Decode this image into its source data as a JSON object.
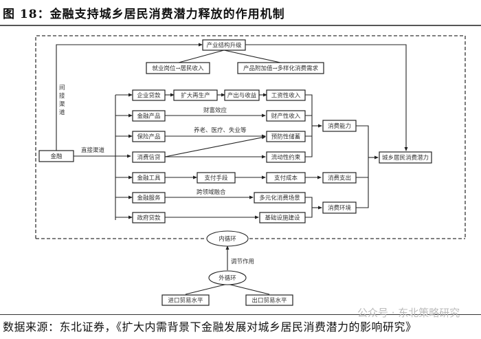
{
  "figure": {
    "title": "图 18：金融支持城乡居民消费潜力释放的作用机制",
    "source": "数据来源：东北证券，《扩大内需背景下金融发展对城乡居民消费潜力的影响研究》",
    "watermark": "公众号 · 东北策略研究"
  },
  "diagram": {
    "nodes": {
      "finance": "金融",
      "industry_upgrade": "产业结构升级",
      "jobs_income": "就业岗位→居民收入",
      "value_added_demand": "产品附加值→多样化消费需求",
      "corp_loans": "企业贷款",
      "expand_reproduction": "扩大再生产",
      "output_revenue": "产出与收益",
      "wage_income": "工资性收入",
      "fin_products": "金融产品",
      "property_income": "财产性收入",
      "insurance": "保险产品",
      "precaution_savings": "预防性储蓄",
      "consumer_credit": "消费信贷",
      "liquidity_constraint": "流动性约束",
      "consumption_capacity": "消费能力",
      "fin_tools": "金融工具",
      "payment_means": "支付手段",
      "payment_cost": "支付成本",
      "consumption_spending": "消费支出",
      "fin_services": "金融服务",
      "diverse_scenarios": "多元化消费场景",
      "gov_loans": "政府贷款",
      "infrastructure": "基础设施建设",
      "consumption_env": "消费环境",
      "potential": "城乡居民消费潜力",
      "inner_loop": "内循环",
      "outer_loop": "外循环",
      "import_level": "进口贸易水平",
      "export_level": "出口贸易水平"
    },
    "edge_labels": {
      "indirect_channel": "间接渠道",
      "direct_channel": "直接渠道",
      "wealth_effect": "财富效应",
      "insurance_items": "养老、医疗、失业等",
      "cross_domain": "跨领域融合",
      "regulation": "调节作用"
    }
  }
}
